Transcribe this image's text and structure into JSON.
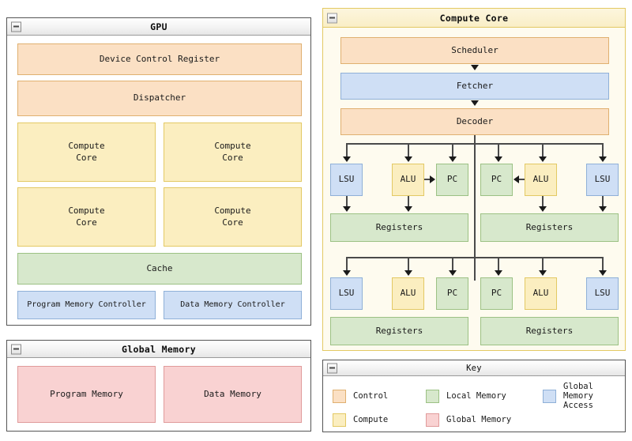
{
  "gpu": {
    "title": "GPU",
    "collapse_icon": "minus-icon",
    "device_control_register": "Device Control Register",
    "dispatcher": "Dispatcher",
    "compute_cores": [
      "Compute\nCore",
      "Compute\nCore",
      "Compute\nCore",
      "Compute\nCore"
    ],
    "cache": "Cache",
    "program_memory_controller": "Program Memory Controller",
    "data_memory_controller": "Data Memory Controller"
  },
  "global_memory": {
    "title": "Global Memory",
    "collapse_icon": "minus-icon",
    "program_memory": "Program Memory",
    "data_memory": "Data Memory"
  },
  "compute_core": {
    "title": "Compute Core",
    "collapse_icon": "minus-icon",
    "scheduler": "Scheduler",
    "fetcher": "Fetcher",
    "decoder": "Decoder",
    "thread_group_top": {
      "left": {
        "lsu": "LSU",
        "alu": "ALU",
        "pc": "PC",
        "registers": "Registers"
      },
      "right": {
        "pc": "PC",
        "alu": "ALU",
        "lsu": "LSU",
        "registers": "Registers"
      }
    },
    "thread_group_bottom": {
      "left": {
        "lsu": "LSU",
        "alu": "ALU",
        "pc": "PC",
        "registers": "Registers"
      },
      "right": {
        "pc": "PC",
        "alu": "ALU",
        "lsu": "LSU",
        "registers": "Registers"
      }
    }
  },
  "key": {
    "title": "Key",
    "collapse_icon": "minus-icon",
    "items": [
      {
        "label": "Control",
        "color": "#fbe0c4",
        "border": "#e0b070"
      },
      {
        "label": "Local Memory",
        "color": "#d7e8cc",
        "border": "#9cc184"
      },
      {
        "label": "Global Memory Access",
        "color": "#cfdff5",
        "border": "#8fb0d8"
      },
      {
        "label": "Compute",
        "color": "#fbeec0",
        "border": "#e3c964"
      },
      {
        "label": "Global Memory",
        "color": "#f9d2d2",
        "border": "#e09b9b"
      }
    ]
  }
}
